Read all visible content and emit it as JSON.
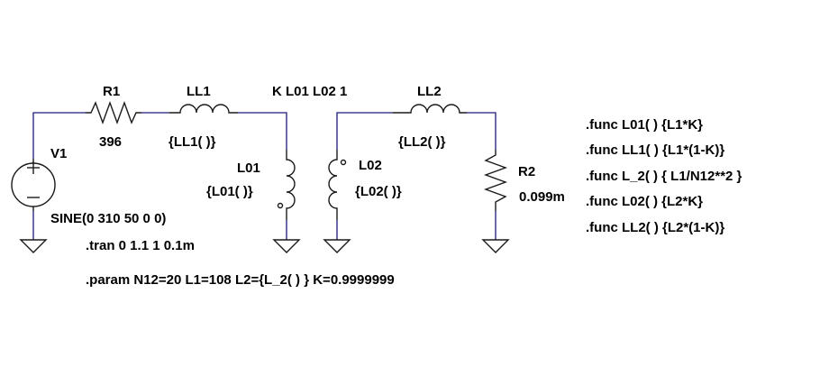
{
  "colors": {
    "wire": "#1a1a7a",
    "component": "#1a1a1a",
    "text": "#000000",
    "background": "#ffffff"
  },
  "components": {
    "r1": {
      "name": "R1",
      "value": "396"
    },
    "ll1": {
      "name": "LL1",
      "value": "{LL1( )}"
    },
    "coupling": {
      "text": "K L01 L02 1"
    },
    "ll2": {
      "name": "LL2",
      "value": "{LL2( )}"
    },
    "v1": {
      "name": "V1",
      "value": "SINE(0 310 50 0 0)"
    },
    "l01": {
      "name": "L01",
      "value": "{L01( )}"
    },
    "l02": {
      "name": "L02",
      "value": "{L02( )}"
    },
    "r2": {
      "name": "R2",
      "value": "0.099m"
    }
  },
  "directives": {
    "tran": ".tran 0 1.1 1 0.1m",
    "param": ".param N12=20 L1=108 L2={L_2( ) } K=0.9999999",
    "funcs": [
      ".func L01( ) {L1*K}",
      ".func LL1( ) {L1*(1-K)}",
      ".func L_2( ) { L1/N12**2 }",
      ".func L02( ) {L2*K}",
      ".func LL2( ) {L2*(1-K)}"
    ]
  }
}
